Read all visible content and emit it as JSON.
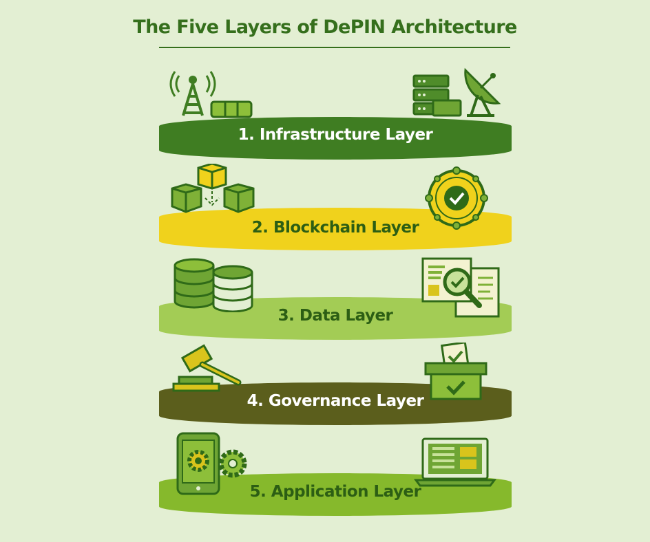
{
  "title": "The Five Layers of DePIN Architecture",
  "layers": [
    {
      "label": "1. Infrastructure Layer",
      "band_color": "#3f7d22",
      "text_color": "#ffffff",
      "icons": [
        "cell-tower-icon",
        "battery-icon",
        "server-rack-icon",
        "satellite-dish-icon"
      ]
    },
    {
      "label": "2. Blockchain Layer",
      "band_color": "#f0d21c",
      "text_color": "#2c5e14",
      "icons": [
        "linked-blocks-icon",
        "verified-network-icon"
      ]
    },
    {
      "label": "3. Data Layer",
      "band_color": "#a3cc55",
      "text_color": "#2c5e14",
      "icons": [
        "database-icon",
        "data-inspection-icon"
      ]
    },
    {
      "label": "4. Governance Layer",
      "band_color": "#5b5e1c",
      "text_color": "#ffffff",
      "icons": [
        "gavel-icon",
        "ballot-box-icon"
      ]
    },
    {
      "label": "5. Application Layer",
      "band_color": "#86b92c",
      "text_color": "#2c5e14",
      "icons": [
        "mobile-settings-icon",
        "laptop-dashboard-icon"
      ]
    }
  ]
}
